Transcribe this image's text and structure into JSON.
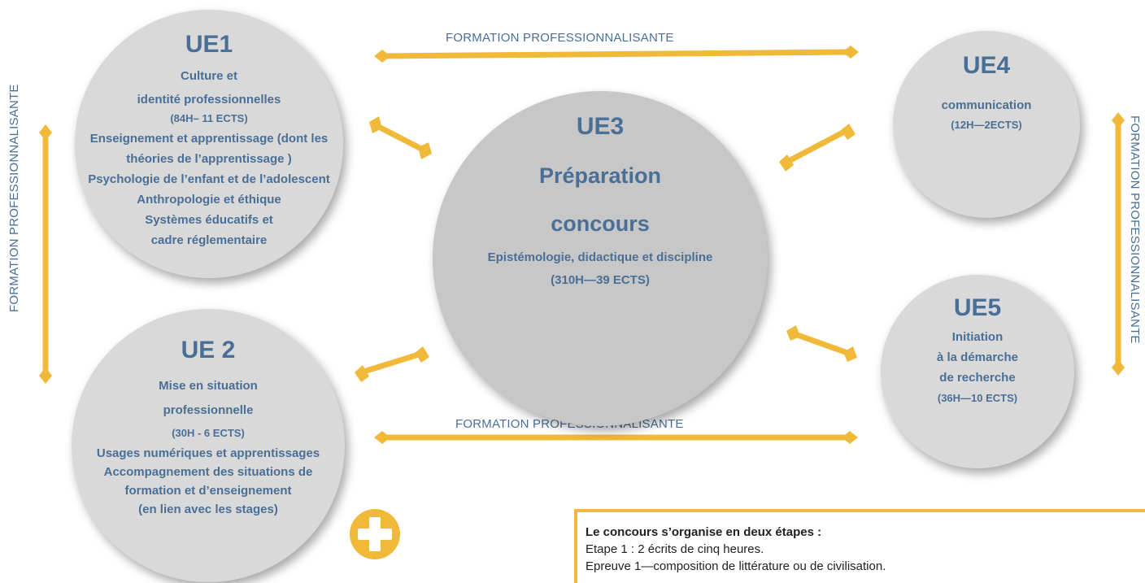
{
  "flow_label": "FORMATION PROFESSIONNALISANTE",
  "accent_color": "#f0b93a",
  "text_color": "#4a6f96",
  "circle_color": "#d9d9d9",
  "ue1": {
    "title": "UE1",
    "lines": [
      "Culture et",
      "identité professionnelles",
      "(84H– 11 ECTS)",
      "Enseignement et apprentissage (dont les",
      "théories de l’apprentissage )",
      "Psychologie de l’enfant et de l’adolescent",
      "Anthropologie et éthique",
      "Systèmes éducatifs et",
      "cadre réglementaire"
    ]
  },
  "ue2": {
    "title": "UE 2",
    "lines": [
      "Mise en situation",
      "professionnelle",
      "(30H - 6 ECTS)",
      "Usages numériques et apprentissages",
      "Accompagnement des situations de",
      "formation et d’enseignement",
      "(en lien avec les stages)"
    ]
  },
  "ue3": {
    "title": "UE3",
    "lines": [
      "Préparation",
      "concours",
      "Epistémologie, didactique et discipline",
      "(310H—39 ECTS)"
    ]
  },
  "ue4": {
    "title": "UE4",
    "lines": [
      "communication",
      "(12H—2ECTS)"
    ]
  },
  "ue5": {
    "title": "UE5",
    "lines": [
      "Initiation",
      "à la démarche",
      "de recherche",
      "(36H—10 ECTS)"
    ]
  },
  "infobox": {
    "title": "Le concours s’organise en deux étapes :",
    "lines": [
      "Etape 1 : 2 écrits de cinq heures.",
      "Epreuve 1—composition de littérature ou de civilisation."
    ]
  },
  "plus_icon": "plus-circle-icon"
}
